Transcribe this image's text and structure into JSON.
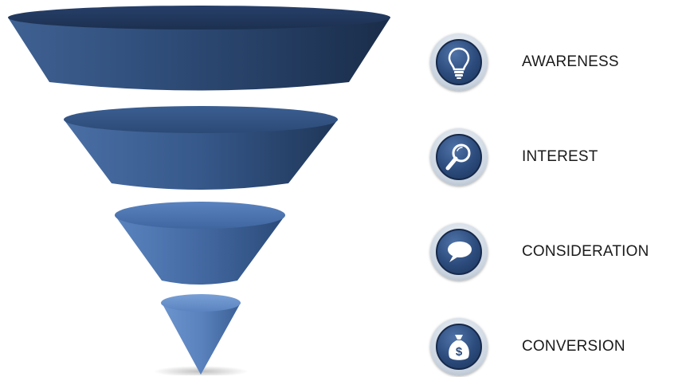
{
  "stages": [
    {
      "label": "AWARENESS",
      "icon": "lightbulb-icon"
    },
    {
      "label": "INTEREST",
      "icon": "magnifier-icon"
    },
    {
      "label": "CONSIDERATION",
      "icon": "speech-bubble-icon"
    },
    {
      "label": "CONVERSION",
      "icon": "money-bag-icon"
    }
  ],
  "colors": {
    "funnel_dark": "#1b2f4d",
    "funnel_mid": "#3c5f93",
    "funnel_light": "#5d86c0",
    "icon_blue": "#2c4b7c",
    "icon_ring": "#c9d3df"
  }
}
